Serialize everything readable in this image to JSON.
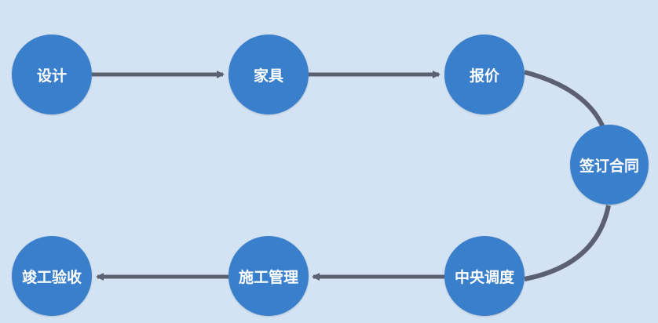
{
  "diagram": {
    "colors": {
      "background": "#d3e3f4",
      "node_fill": "#3a7fcc",
      "node_text": "#ffffff",
      "connector": "#5b6171"
    },
    "nodes": [
      {
        "label": "设计"
      },
      {
        "label": "家具"
      },
      {
        "label": "报价"
      },
      {
        "label": "签订合同"
      },
      {
        "label": "中央调度"
      },
      {
        "label": "施工管理"
      },
      {
        "label": "竣工验收"
      }
    ],
    "connectors": [
      {
        "from": "设计",
        "to": "家具",
        "style": "arrow"
      },
      {
        "from": "家具",
        "to": "报价",
        "style": "arrow"
      },
      {
        "from": "报价",
        "to": "签订合同",
        "style": "curve"
      },
      {
        "from": "签订合同",
        "to": "中央调度",
        "style": "curve"
      },
      {
        "from": "中央调度",
        "to": "施工管理",
        "style": "arrow"
      },
      {
        "from": "施工管理",
        "to": "竣工验收",
        "style": "arrow"
      }
    ]
  }
}
